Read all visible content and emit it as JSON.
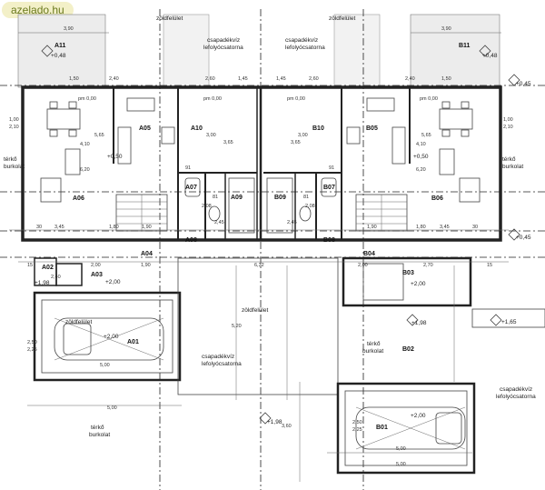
{
  "watermark": "azelado.hu",
  "rooms": {
    "A01": "A01",
    "A02": "A02",
    "A03": "A03",
    "A04": "A04",
    "A05": "A05",
    "A06": "A06",
    "A07": "A07",
    "A08": "A08",
    "A09": "A09",
    "A10": "A10",
    "A11": "A11",
    "B01": "B01",
    "B02": "B02",
    "B03": "B03",
    "B04": "B04",
    "B05": "B05",
    "B06": "B06",
    "B07": "B07",
    "B08": "B08",
    "B09": "B09",
    "B10": "B10",
    "B11": "B11"
  },
  "labels": {
    "green_area": "zöldfelület",
    "gutter_line1": "csapadékvíz",
    "gutter_line2": "lefolyócsatorna",
    "paving_line1": "térkő",
    "paving_line2": "burkolat",
    "paving_short": "térkő burkolat",
    "floor_zero": "pm 0,00"
  },
  "levels": {
    "p048": "+0,48",
    "p045": "+0,45",
    "p050": "+0,50",
    "p198": "+1,98",
    "p200": "+2,00",
    "p165": "+1,65"
  },
  "dims": {
    "d390": "3,90",
    "d565": "5,65",
    "d410": "4,10",
    "d620": "6,20",
    "d300": "3,00",
    "d365": "3,65",
    "d245": "2,45",
    "d190": "1,90",
    "d345": "3,45",
    "d180": "1,80",
    "d632": "6,32",
    "d200": "2,00",
    "d270": "2,70",
    "d520": "5,20",
    "d500": "5,00",
    "d360": "3,60",
    "d250": "2,50",
    "d225": "2,25",
    "d208": "2,08",
    "d091": "91",
    "d081": "81",
    "d030": "30",
    "d015": "15",
    "d150": "1,50",
    "d240": "2,40",
    "d100": "1,00",
    "d210": "2,10",
    "d260": "2,60",
    "d145": "1,45",
    "d240b": "2,40"
  }
}
